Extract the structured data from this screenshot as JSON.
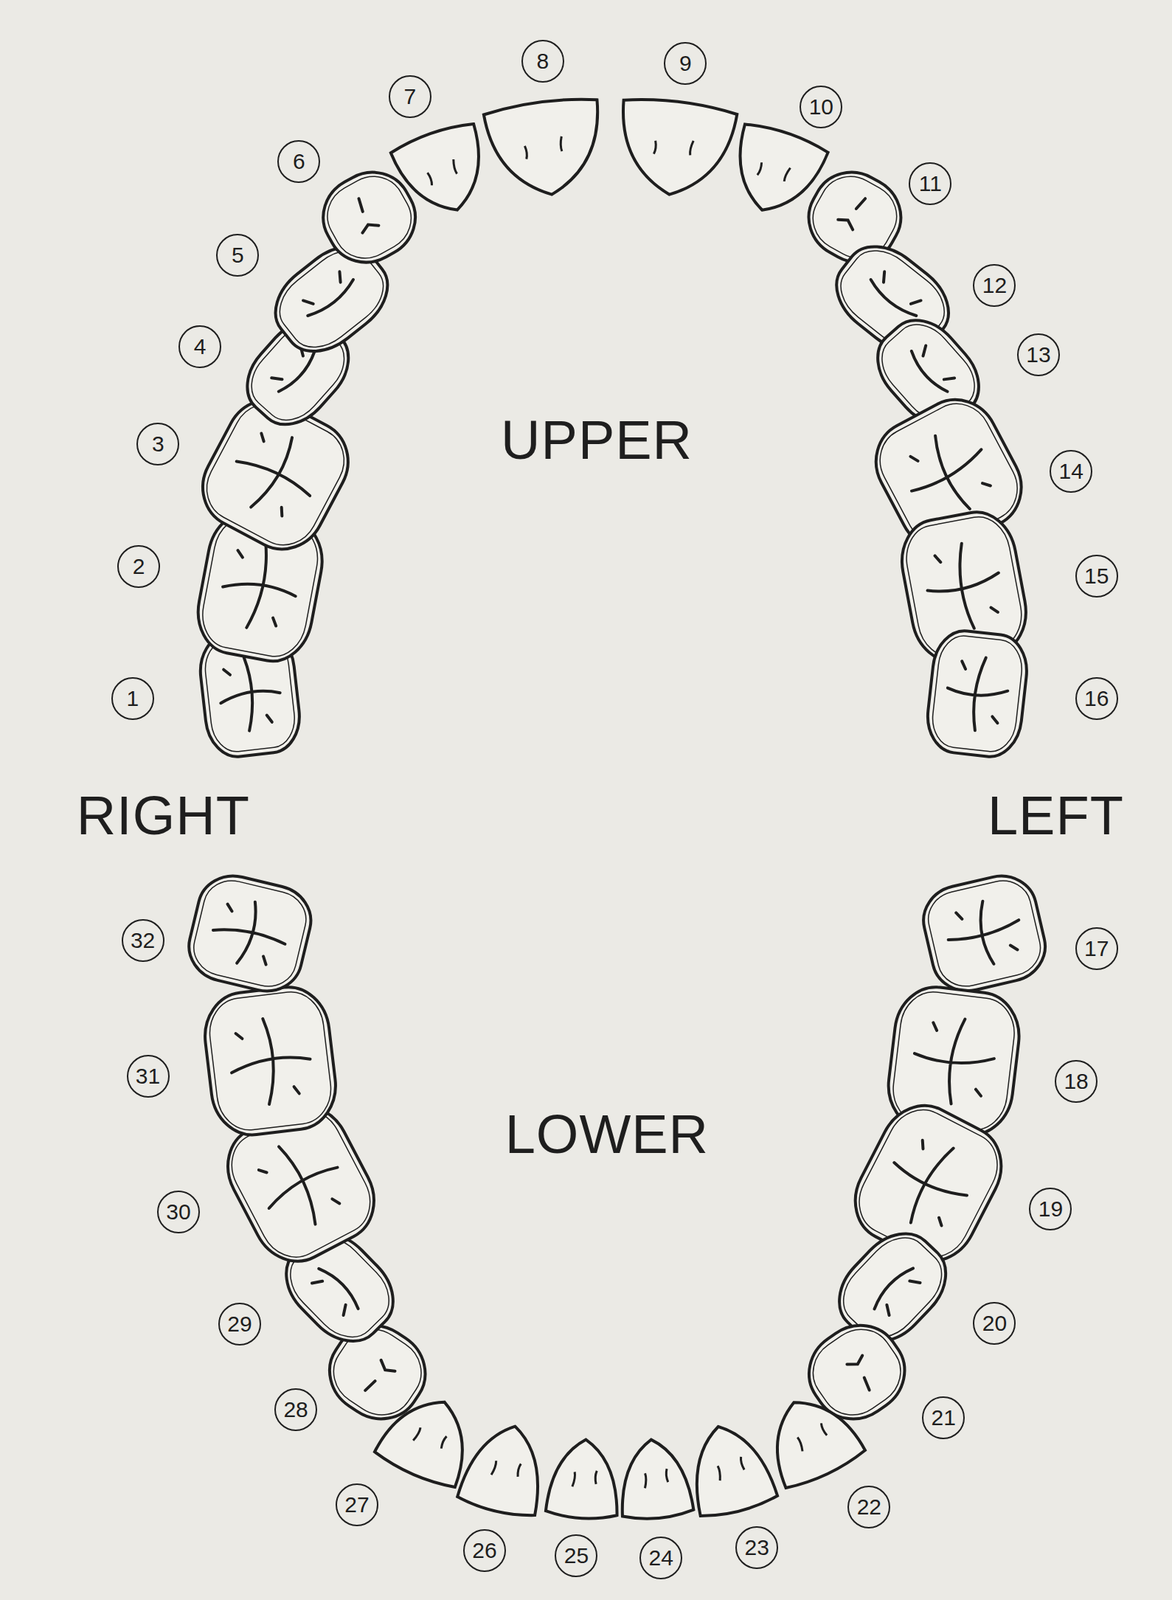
{
  "diagram": {
    "labels": [
      "UPPER",
      "RIGHT",
      "LEFT",
      "LOWER",
      "1",
      "2",
      "3",
      "4",
      "5",
      "6",
      "7",
      "8",
      "9",
      "10",
      "11",
      "12",
      "13",
      "14",
      "15",
      "16",
      "17",
      "18",
      "19",
      "20",
      "21",
      "22",
      "23",
      "24",
      "25",
      "26",
      "27",
      "28",
      "29",
      "30",
      "31",
      "32"
    ]
  }
}
